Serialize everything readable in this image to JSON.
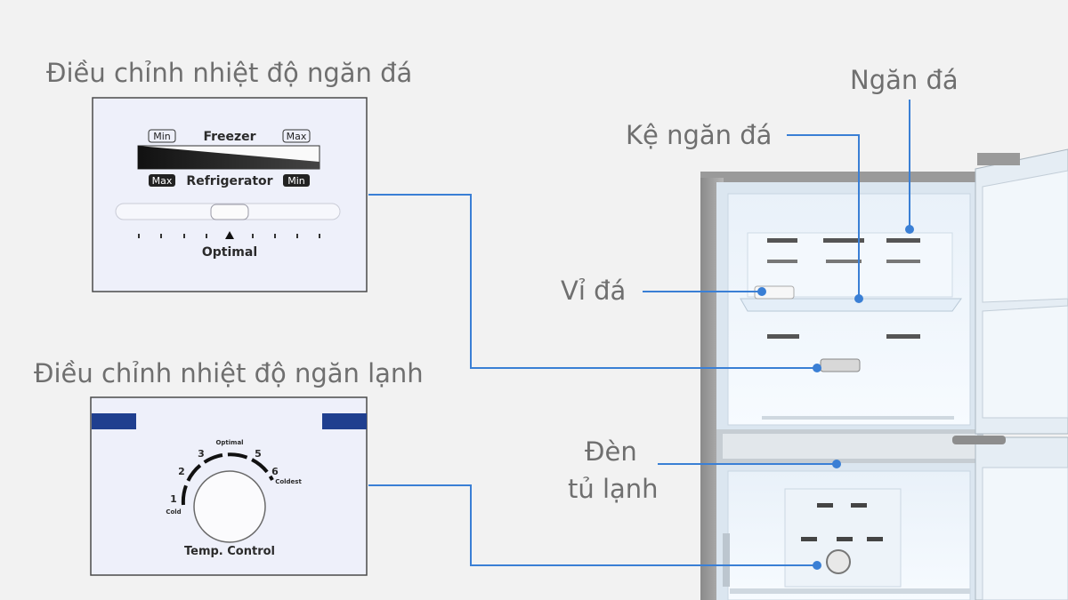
{
  "labels": {
    "freezer_adjust": "Điều chỉnh nhiệt độ ngăn đá",
    "fridge_adjust": "Điều chỉnh nhiệt độ ngăn lạnh",
    "freezer_compartment": "Ngăn đá",
    "freezer_shelf": "Kệ ngăn đá",
    "ice_tray": "Vỉ đá",
    "fridge_light_line1": "Đèn",
    "fridge_light_line2": "tủ lạnh"
  },
  "freezer_panel": {
    "min_tag": "Min",
    "freezer": "Freezer",
    "max_tag": "Max",
    "max_tag_2": "Max",
    "refrigerator": "Refrigerator",
    "min_tag_2": "Min",
    "optimal": "Optimal"
  },
  "fridge_panel": {
    "n1": "1",
    "cold": "Cold",
    "n2": "2",
    "n3": "3",
    "optimal": "Optimal",
    "n5": "5",
    "n6": "6",
    "coldest": "Coldest",
    "temp_control": "Temp. Control"
  },
  "colors": {
    "leader_line": "#3a7fd5",
    "caption_text": "#6f6f6f",
    "panel_bg": "#eef0fa",
    "panel_border": "#4a4a4a",
    "navy_accent": "#1f3f8f"
  }
}
